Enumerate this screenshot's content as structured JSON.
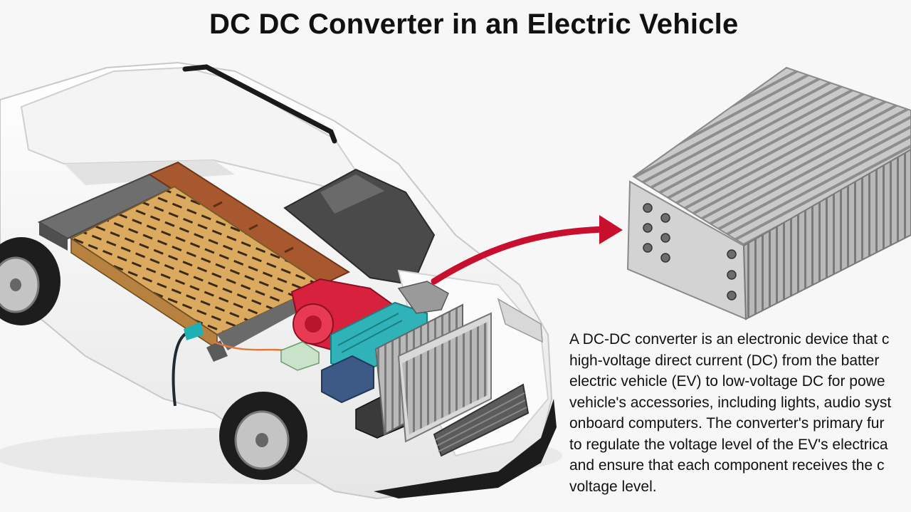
{
  "title": "DC DC Converter in an Electric Vehicle",
  "description_lines": [
    "A DC-DC converter is an electronic device that c",
    "high-voltage direct current (DC) from the batter",
    "electric vehicle (EV) to low-voltage DC for powe",
    "vehicle's accessories, including lights, audio syst",
    "onboard computers. The converter's primary fur",
    "to regulate the voltage level of the EV's electrica",
    "and ensure that each component receives the c",
    "voltage level."
  ],
  "colors": {
    "arrow": "#c8102e",
    "battery_wood": "#d9a65a",
    "battery_brown": "#a8582e",
    "converter_red": "#d8223d",
    "converter_teal": "#2fb3b8",
    "module_blue": "#3d5a86",
    "heatsink_gray": "#b5b5b5"
  },
  "icons": {
    "car": "car-cutaway-illustration",
    "battery": "battery-pack-icon",
    "converter": "dc-dc-converter-icon",
    "arrow": "red-arrow-icon"
  }
}
